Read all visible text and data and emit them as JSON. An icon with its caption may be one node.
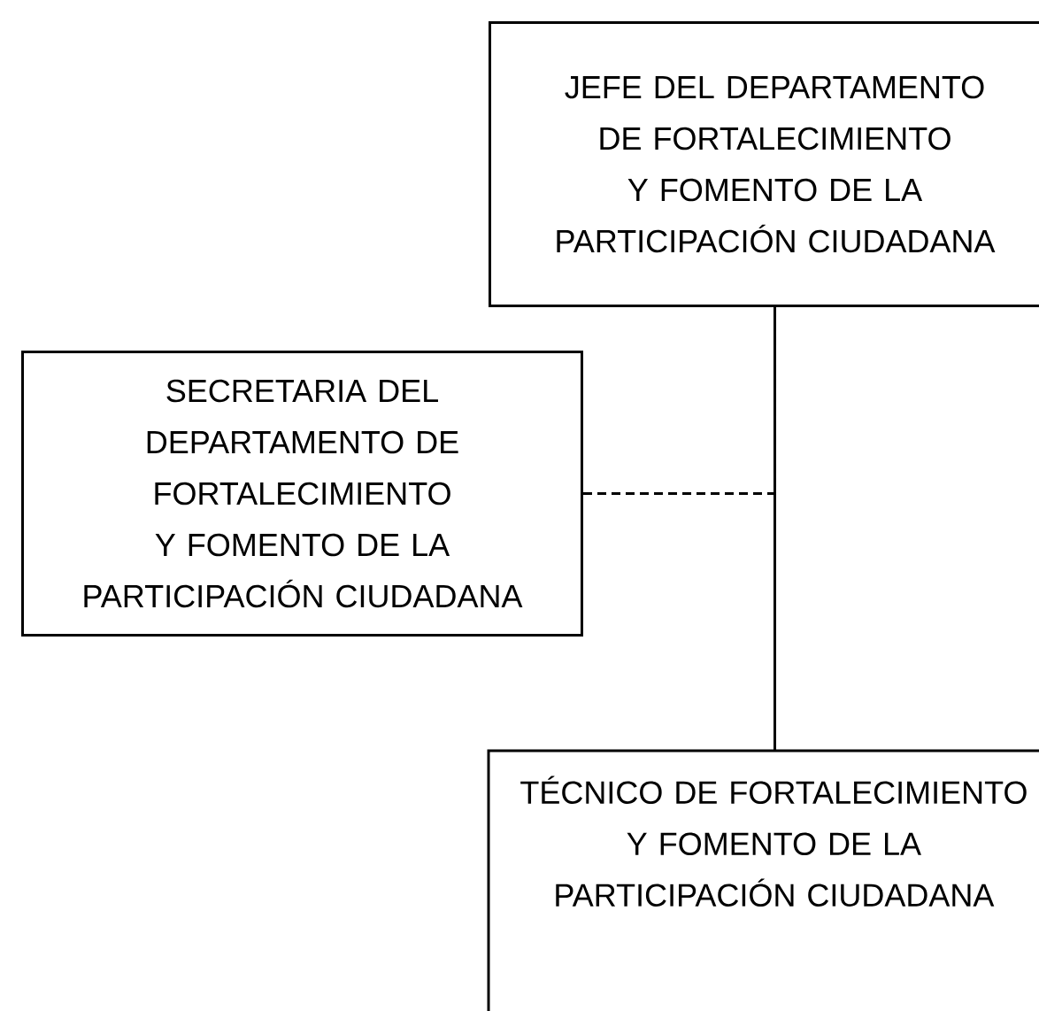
{
  "diagram": {
    "nodes": [
      {
        "text": [
          "JEFE DEL DEPARTAMENTO DE FORTALECIMIENTO Y FOMENTO DE LA PARTICIPACIÓN CIUDADANA"
        ]
      },
      {
        "text": [
          "SECRETARIA DEL DEPARTAMENTO DE FORTALECIMIENTO Y FOMENTO DE LA PARTICIPACIÓN CIUDADANA"
        ]
      },
      {
        "text": [
          "TÉCNICO DE FORTALECIMIENTO Y FOMENTO DE LA PARTICIPACIÓN CIUDADANA"
        ]
      }
    ],
    "edges": [
      {
        "from": 0,
        "to": 2,
        "arrow": "none"
      },
      {
        "from": 1,
        "to": 0,
        "arrow": "none",
        "style": "dashed"
      }
    ]
  }
}
